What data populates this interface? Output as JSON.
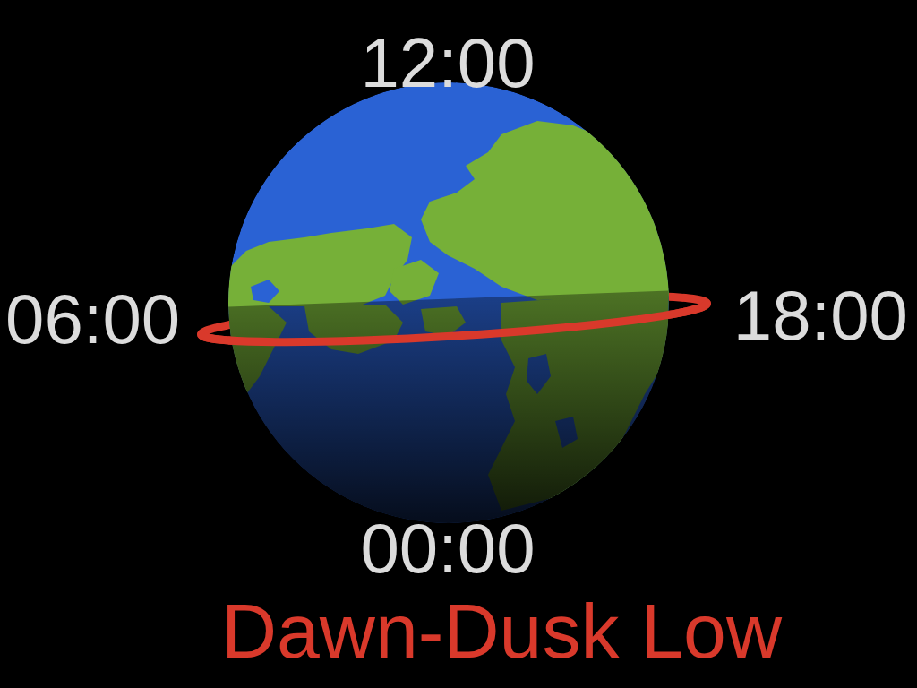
{
  "diagram": {
    "labels": [
      "12:00",
      "06:00",
      "18:00",
      "00:00",
      "Dawn-Dusk Low"
    ]
  }
}
